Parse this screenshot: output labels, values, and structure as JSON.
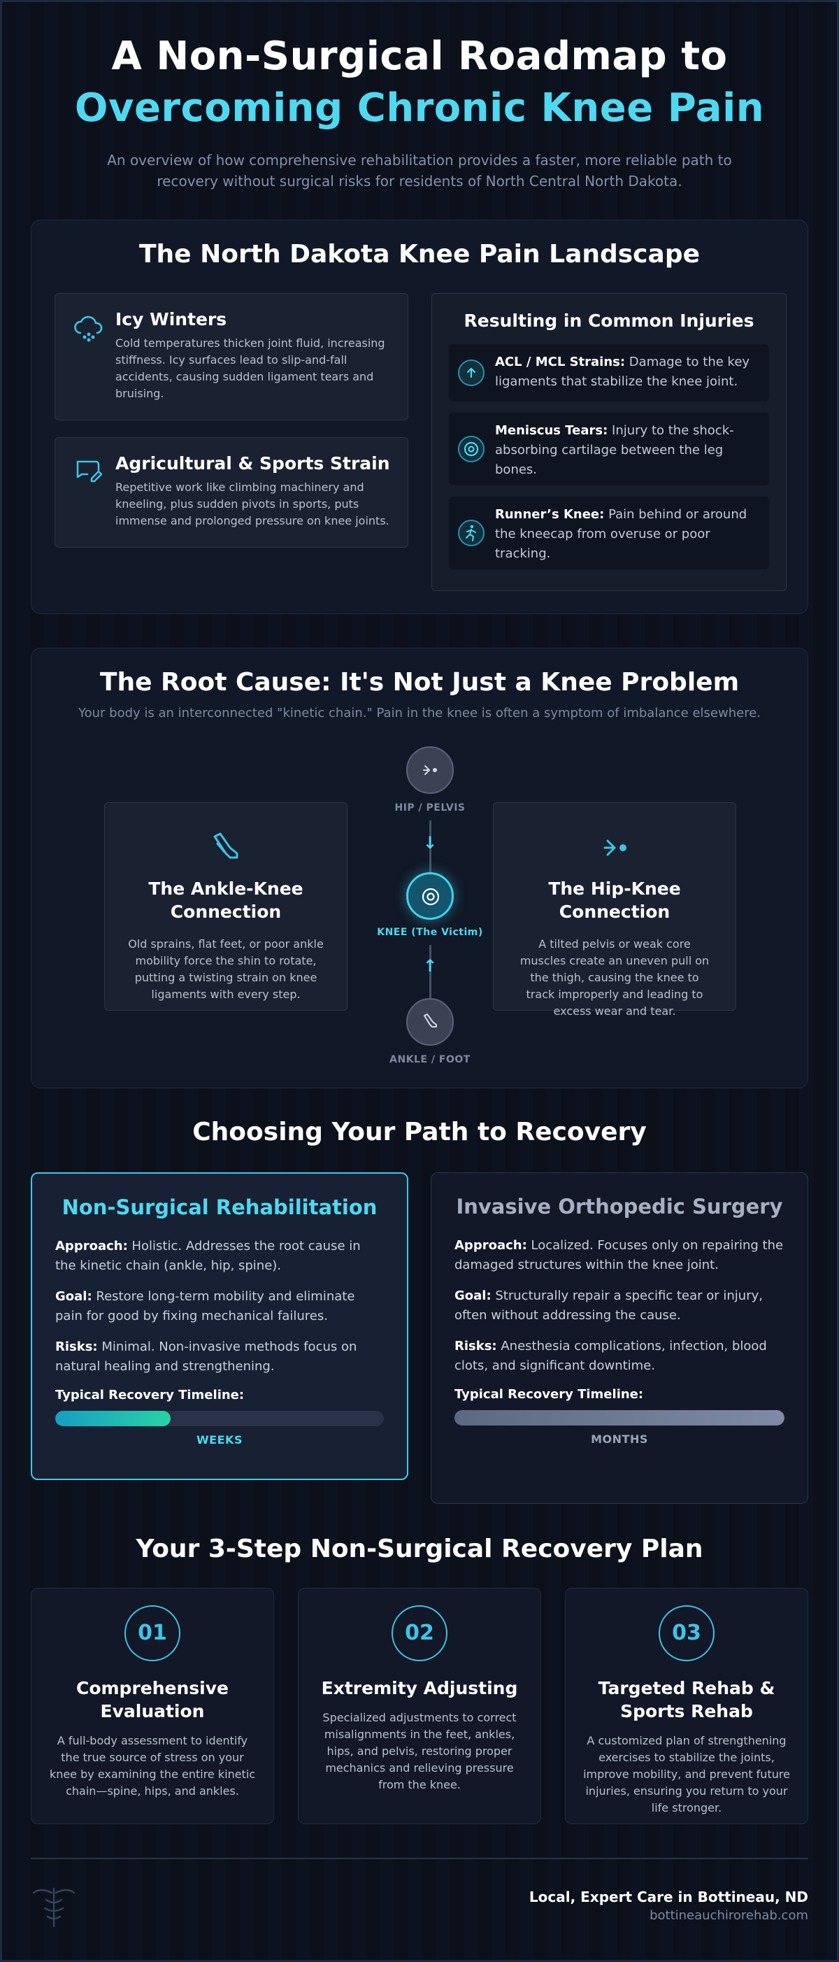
{
  "hero": {
    "title_line1": "A Non-Surgical Roadmap to",
    "title_line2": "Overcoming Chronic Knee Pain",
    "subtitle": "An overview of how comprehensive rehabilitation provides a faster, more reliable path to recovery without surgical risks for residents of North Central North Dakota."
  },
  "landscape": {
    "title": "The North Dakota Knee Pain Landscape",
    "factors": [
      {
        "title": "Icy Winters",
        "text": "Cold temperatures thicken joint fluid, increasing stiffness. Icy surfaces lead to slip-and-fall accidents, causing sudden ligament tears and bruising.",
        "icon": "snow-cloud-icon"
      },
      {
        "title": "Agricultural & Sports Strain",
        "text": "Repetitive work like climbing machinery and kneeling, plus sudden pivots in sports, puts immense and prolonged pressure on knee joints.",
        "icon": "strain-icon"
      }
    ],
    "injuries_title": "Resulting in Common Injuries",
    "injuries": [
      {
        "name": "ACL / MCL Strains:",
        "text": " Damage to the key ligaments that stabilize the knee joint.",
        "icon": "ligament-icon"
      },
      {
        "name": "Meniscus Tears:",
        "text": " Injury to the shock-absorbing cartilage between the leg bones.",
        "icon": "target-icon"
      },
      {
        "name": "Runner’s Knee:",
        "text": " Pain behind or around the kneecap from overuse or poor tracking.",
        "icon": "runner-icon"
      }
    ]
  },
  "root_cause": {
    "title": "The Root Cause: It's Not Just a Knee Problem",
    "subtitle": "Your body is an interconnected \"kinetic chain.\" Pain in the knee is often a symptom of imbalance elsewhere.",
    "ankle": {
      "title": "The Ankle-Knee Connection",
      "text": "Old sprains, flat feet, or poor ankle mobility force the shin to rotate, putting a twisting strain on knee ligaments with every step."
    },
    "hip": {
      "title": "The Hip-Knee Connection",
      "text": "A tilted pelvis or weak core muscles create an uneven pull on the thigh, causing the knee to track improperly and leading to excess wear and tear."
    },
    "nodes": {
      "hip": "HIP / PELVIS",
      "knee": "KNEE (The Victim)",
      "ankle": "ANKLE / FOOT"
    },
    "arrow_down": "↓",
    "arrow_up": "↑"
  },
  "paths": {
    "title": "Choosing Your Path to Recovery",
    "options": [
      {
        "title": "Non-Surgical Rehabilitation",
        "approach_label": "Approach:",
        "approach": " Holistic. Addresses the root cause in the kinetic chain (ankle, hip, spine).",
        "goal_label": "Goal:",
        "goal": " Restore long-term mobility and eliminate pain for good by fixing mechanical failures.",
        "risks_label": "Risks:",
        "risks": " Minimal. Non-invasive methods focus on natural healing and strengthening.",
        "timeline_label": "Typical Recovery Timeline:",
        "timeline_value": "WEEKS",
        "timeline_fraction": 0.35
      },
      {
        "title": "Invasive Orthopedic Surgery",
        "approach_label": "Approach:",
        "approach": " Localized. Focuses only on repairing the damaged structures within the knee joint.",
        "goal_label": "Goal:",
        "goal": " Structurally repair a specific tear or injury, often without addressing the cause.",
        "risks_label": "Risks:",
        "risks": " Anesthesia complications, infection, blood clots, and significant downtime.",
        "timeline_label": "Typical Recovery Timeline:",
        "timeline_value": "MONTHS",
        "timeline_fraction": 1.0
      }
    ]
  },
  "plan": {
    "title": "Your 3-Step Non-Surgical Recovery Plan",
    "steps": [
      {
        "num": "01",
        "title": "Comprehensive Evaluation",
        "text": "A full-body assessment to identify the true source of stress on your knee by examining the entire kinetic chain—spine, hips, and ankles."
      },
      {
        "num": "02",
        "title": "Extremity Adjusting",
        "text": "Specialized adjustments to correct misalignments in the feet, ankles, hips, and pelvis, restoring proper mechanics and relieving pressure from the knee."
      },
      {
        "num": "03",
        "title": "Targeted Rehab & Sports Rehab",
        "text": "A customized plan of strengthening exercises to stabilize the joints, improve mobility, and prevent future injuries, ensuring you return to your life stronger."
      }
    ]
  },
  "footer": {
    "title": "Local, Expert Care in Bottineau, ND",
    "url": "bottineauchirorehab.com"
  },
  "colors": {
    "accent": "#4fd8f0",
    "background": "#0a0f1a",
    "card": "#111827"
  }
}
